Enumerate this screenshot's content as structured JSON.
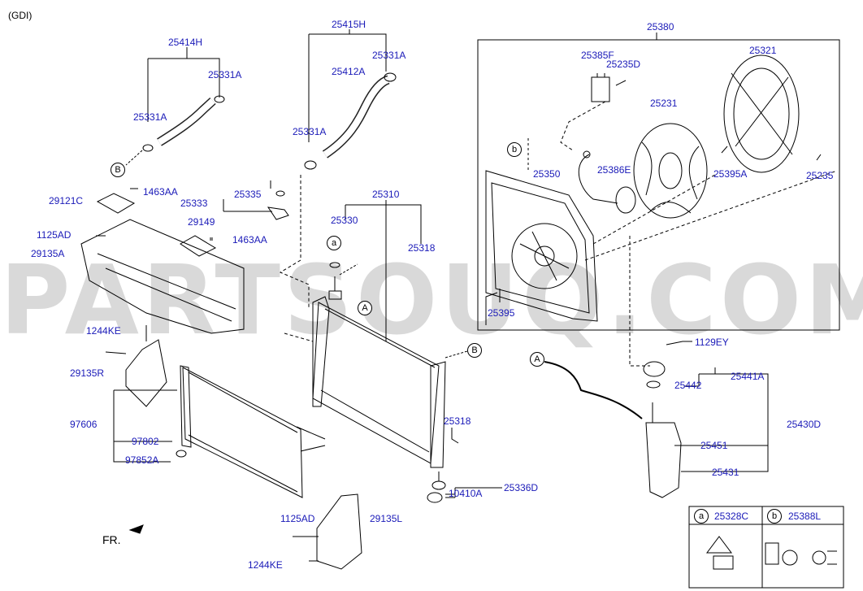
{
  "header": {
    "variant": "(GDI)"
  },
  "watermark": "PARTSOUQ.COM",
  "orientation_label": "FR.",
  "ref_markers": {
    "a": "a",
    "b": "b",
    "A": "A",
    "B": "B"
  },
  "legend": {
    "a_key": "a",
    "a_part": "25328C",
    "b_key": "b",
    "b_part": "25388L"
  },
  "parts": {
    "p25414H": "25414H",
    "p25331A_1": "25331A",
    "p25331A_2": "25331A",
    "p25415H": "25415H",
    "p25331A_3": "25331A",
    "p25412A": "25412A",
    "p25331A_4": "25331A",
    "p1463AA_1": "1463AA",
    "p29121C": "29121C",
    "p25335": "25335",
    "p25333": "25333",
    "p29149": "29149",
    "p1463AA_2": "1463AA",
    "p1125AD_1": "1125AD",
    "p29135A": "29135A",
    "p25310": "25310",
    "p25330": "25330",
    "p25318_1": "25318",
    "p1244KE_1": "1244KE",
    "p29135R": "29135R",
    "p97606": "97606",
    "p97802": "97802",
    "p97852A": "97852A",
    "p25318_2": "25318",
    "p25336D": "25336D",
    "p10410A": "10410A",
    "p1125AD_2": "1125AD",
    "p29135L": "29135L",
    "p1244KE_2": "1244KE",
    "p25380": "25380",
    "p25385F": "25385F",
    "p25235D": "25235D",
    "p25321": "25321",
    "p25231": "25231",
    "p25350": "25350",
    "p25386E": "25386E",
    "p25395A": "25395A",
    "p25235": "25235",
    "p25395": "25395",
    "p1129EY": "1129EY",
    "p25442": "25442",
    "p25441A": "25441A",
    "p25430D": "25430D",
    "p25451": "25451",
    "p25431": "25431"
  }
}
